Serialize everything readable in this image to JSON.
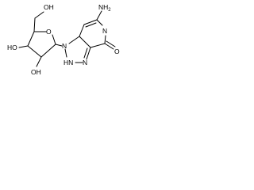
{
  "labels": {
    "oh_top": "OH",
    "ring_o": "O",
    "oh_left": "HO",
    "oh_bottom": "OH",
    "n1": "N",
    "hn": "HN",
    "n_triazole": "N",
    "n_pyridine": "N",
    "nh2": "NH",
    "nh2_sub": "2",
    "oxo": "O"
  },
  "colors": {
    "ink": "#000000",
    "background": "#ffffff"
  }
}
